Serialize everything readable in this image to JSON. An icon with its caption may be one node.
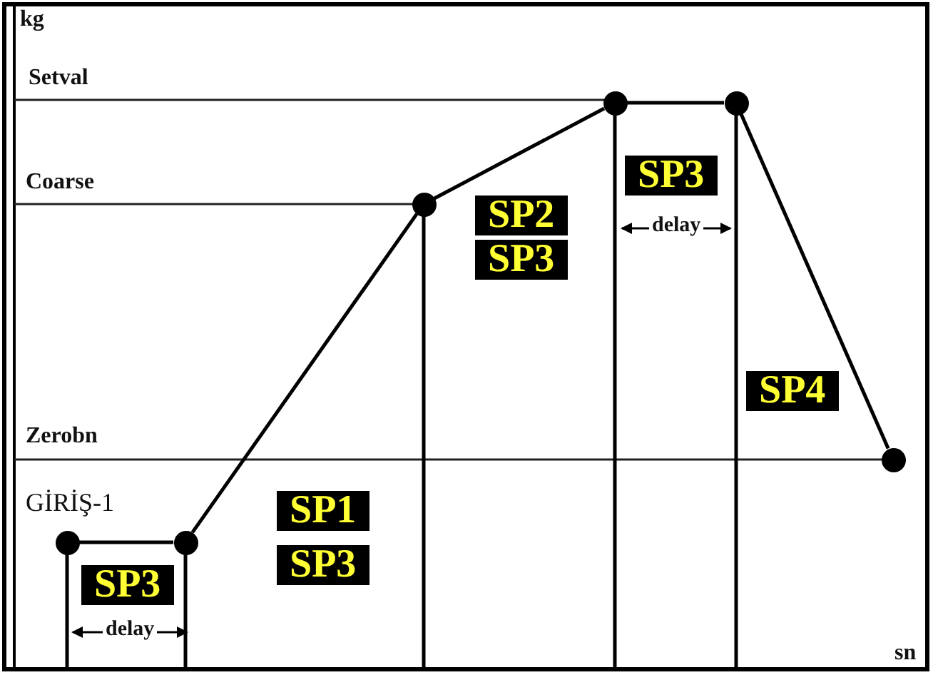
{
  "diagram": {
    "nodes": [
      {
        "text": [],
        "shape": "circle"
      },
      {
        "text": [],
        "shape": "circle"
      },
      {
        "text": [],
        "shape": "circle"
      },
      {
        "text": [],
        "shape": "circle"
      },
      {
        "text": [],
        "shape": "circle"
      },
      {
        "text": [],
        "shape": "circle"
      }
    ],
    "edges": [
      {
        "from": 0,
        "to": 1,
        "arrow": "none"
      },
      {
        "from": 1,
        "to": 2,
        "arrow": "none"
      },
      {
        "from": 2,
        "to": 3,
        "arrow": "none"
      },
      {
        "from": 3,
        "to": 4,
        "arrow": "none"
      },
      {
        "from": 4,
        "to": 5,
        "arrow": "none"
      }
    ],
    "labels": [
      "kg",
      "Setval",
      "Coarse",
      "Zerobn",
      "GİRİŞ-1",
      "SP3",
      "delay",
      "SP1",
      "SP3",
      "SP2",
      "SP3",
      "SP3",
      "delay",
      "SP4",
      "sn"
    ]
  }
}
